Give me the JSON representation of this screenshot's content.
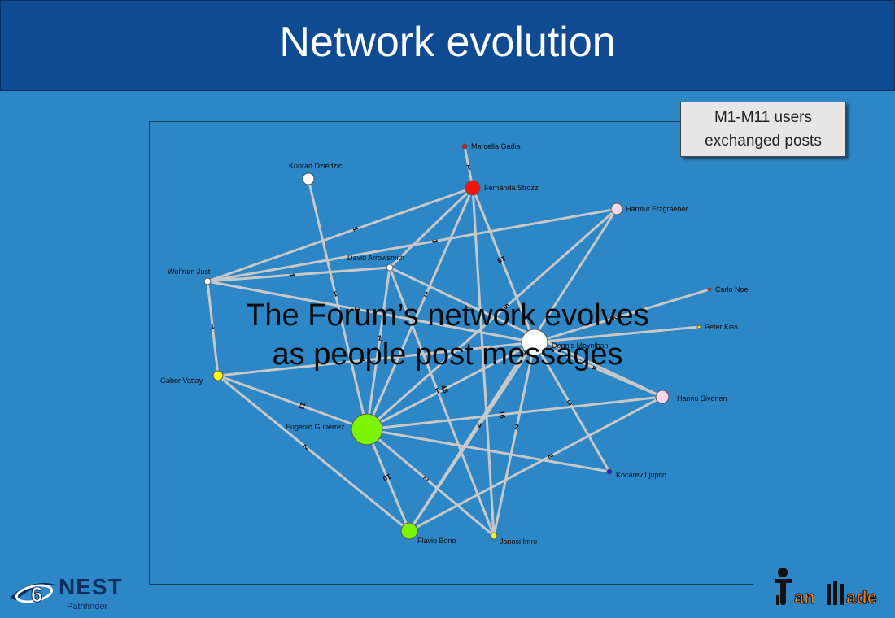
{
  "slide": {
    "title": "Network evolution",
    "callout_line1": "M1-M11 users",
    "callout_line2": "exchanged posts",
    "overlay_line1": "The Forum’s network evolves",
    "overlay_line2": "as people post messages"
  },
  "logos": {
    "left_word": "NEST",
    "left_sub": "Pathfinder",
    "left_digit": "6",
    "right_part1": "an",
    "right_part2": "ade"
  },
  "network": {
    "nodes": [
      {
        "id": "marcella",
        "label": "Marcella Gadia",
        "color": "#d81a1a"
      },
      {
        "id": "konrad",
        "label": "Konrad Dziedzic",
        "color": "#ffffff"
      },
      {
        "id": "fernanda",
        "label": "Fernanda Strozzi",
        "color": "#ff1010"
      },
      {
        "id": "harmut",
        "label": "Harmut Erzgraeber",
        "color": "#f5d6ea"
      },
      {
        "id": "david",
        "label": "David Arrowsmith",
        "color": "#ffffff"
      },
      {
        "id": "wolfram",
        "label": "Wolfram Just",
        "color": "#ffffff"
      },
      {
        "id": "carlo",
        "label": "Carlo Noe",
        "color": "#d81a1a"
      },
      {
        "id": "peter",
        "label": "Peter Kiss",
        "color": "#f0f020"
      },
      {
        "id": "dennis",
        "label": "Dennis Moynihan",
        "color": "#ffffff"
      },
      {
        "id": "gabor",
        "label": "Gabor Vattay",
        "color": "#ffff00"
      },
      {
        "id": "hannu",
        "label": "Hannu Sivonen",
        "color": "#f5d6ea"
      },
      {
        "id": "eugenio",
        "label": "Eugenio Gutierrez",
        "color": "#7cf400"
      },
      {
        "id": "kocarev",
        "label": "Kocarev Ljupco",
        "color": "#1020d0"
      },
      {
        "id": "flavio",
        "label": "Flavio Bono",
        "color": "#7cf400"
      },
      {
        "id": "janosi",
        "label": "Janosi Imre",
        "color": "#f0f020"
      }
    ],
    "edges": [
      {
        "a": "marcella",
        "b": "fernanda",
        "w": "1"
      },
      {
        "a": "konrad",
        "b": "eugenio",
        "w": "1"
      },
      {
        "a": "fernanda",
        "b": "wolfram",
        "w": "1"
      },
      {
        "a": "fernanda",
        "b": "dennis",
        "w": "18"
      },
      {
        "a": "fernanda",
        "b": "eugenio",
        "w": "1"
      },
      {
        "a": "fernanda",
        "b": "david",
        "w": ""
      },
      {
        "a": "fernanda",
        "b": "janosi",
        "w": ""
      },
      {
        "a": "harmut",
        "b": "wolfram",
        "w": "1"
      },
      {
        "a": "harmut",
        "b": "eugenio",
        "w": "5"
      },
      {
        "a": "harmut",
        "b": "flavio",
        "w": "3"
      },
      {
        "a": "wolfram",
        "b": "david",
        "w": "1"
      },
      {
        "a": "wolfram",
        "b": "gabor",
        "w": "1"
      },
      {
        "a": "wolfram",
        "b": "dennis",
        "w": "1"
      },
      {
        "a": "david",
        "b": "eugenio",
        "w": "1"
      },
      {
        "a": "david",
        "b": "janosi",
        "w": "1"
      },
      {
        "a": "david",
        "b": "hannu",
        "w": ""
      },
      {
        "a": "eugenio",
        "b": "dennis",
        "w": "48"
      },
      {
        "a": "eugenio",
        "b": "hannu",
        "w": "16"
      },
      {
        "a": "eugenio",
        "b": "kocarev",
        "w": ""
      },
      {
        "a": "eugenio",
        "b": "flavio",
        "w": "10"
      },
      {
        "a": "eugenio",
        "b": "gabor",
        "w": "11"
      },
      {
        "a": "eugenio",
        "b": "janosi",
        "w": "2"
      },
      {
        "a": "gabor",
        "b": "flavio",
        "w": "2"
      },
      {
        "a": "gabor",
        "b": "dennis",
        "w": "1"
      },
      {
        "a": "dennis",
        "b": "carlo",
        "w": "2"
      },
      {
        "a": "dennis",
        "b": "peter",
        "w": ""
      },
      {
        "a": "dennis",
        "b": "hannu",
        "w": "4"
      },
      {
        "a": "dennis",
        "b": "kocarev",
        "w": "3"
      },
      {
        "a": "dennis",
        "b": "flavio",
        "w": "4"
      },
      {
        "a": "dennis",
        "b": "janosi",
        "w": "2"
      },
      {
        "a": "hannu",
        "b": "flavio",
        "w": "2"
      }
    ]
  }
}
